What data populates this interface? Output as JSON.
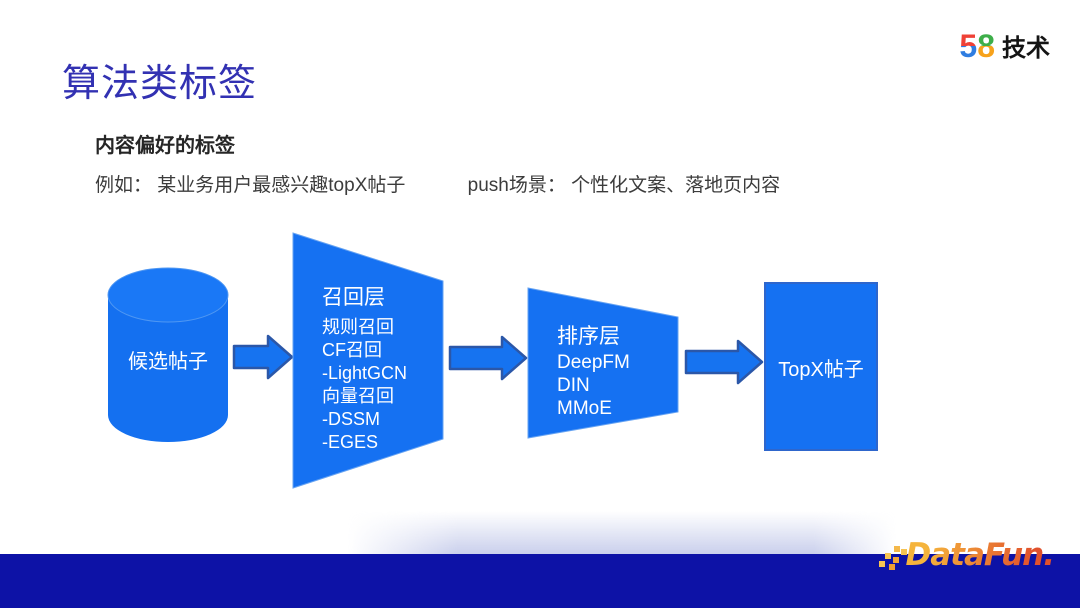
{
  "slide": {
    "title": "算法类标签",
    "subtitle": "内容偏好的标签",
    "example_label": "例如： 某业务用户最感兴趣topX帖子",
    "push_label": "push场景： 个性化文案、落地页内容"
  },
  "brand": {
    "five": "5",
    "eight": "8",
    "suffix": "技术"
  },
  "diagram": {
    "source": "候选帖子",
    "recall": {
      "title": "召回层",
      "items": [
        "规则召回",
        "CF召回",
        "-LightGCN",
        "向量召回",
        "-DSSM",
        "-EGES"
      ]
    },
    "ranking": {
      "title": "排序层",
      "items": [
        "DeepFM",
        "DIN",
        "MMoE"
      ]
    },
    "output": "TopX帖子"
  },
  "footer": {
    "logo_text": "DataFun."
  },
  "colors": {
    "title_blue": "#3231b2",
    "shape_blue": "#1571f2",
    "arrow_fill": "#1673f0",
    "arrow_border": "#2b57a8",
    "footer_bar_blue": "#0d12a6",
    "datafun_orange_start": "#f5b43c",
    "datafun_orange_end": "#e1512c"
  }
}
